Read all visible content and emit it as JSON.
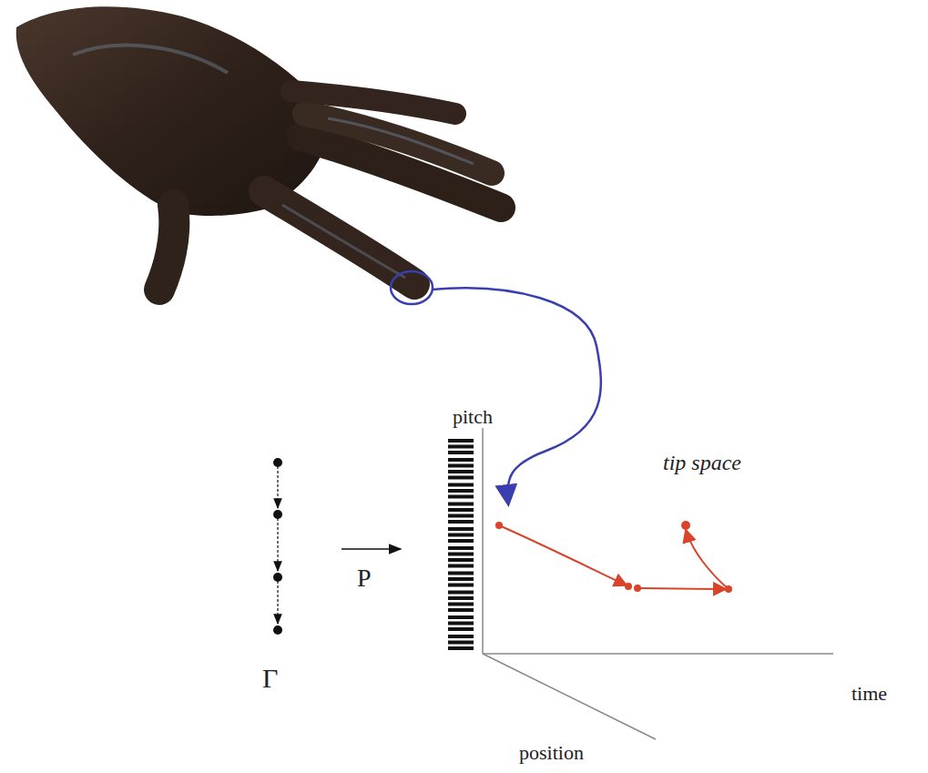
{
  "diagram": {
    "labels": [
      "pitch",
      "tip space",
      "P",
      "Γ",
      "time",
      "position"
    ]
  }
}
